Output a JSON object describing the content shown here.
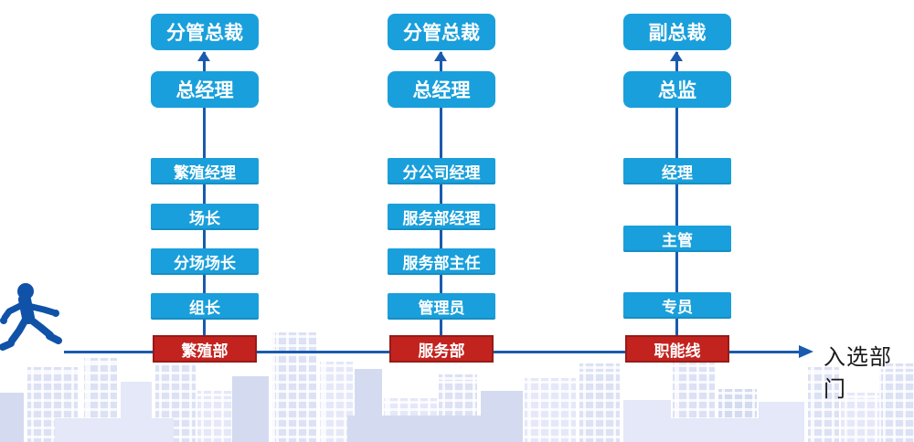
{
  "colors": {
    "box_blue": "#199FDB",
    "box_red": "#C3231F",
    "box_red_border": "#961B17",
    "line_blue": "#1A5BAD",
    "box_text": "#FFFFFF",
    "axis_text": "#1A1A1A",
    "skyline": "#DCE1F4",
    "runner_blue": "#0F52A8"
  },
  "diagram": {
    "axis_label": "入选部门",
    "columns": [
      {
        "top_boxes": [
          "分管总裁",
          "总经理"
        ],
        "middle_boxes": [
          "繁殖经理",
          "场长",
          "分场场长",
          "组长"
        ],
        "department": "繁殖部"
      },
      {
        "top_boxes": [
          "分管总裁",
          "总经理"
        ],
        "middle_boxes": [
          "分公司经理",
          "服务部经理",
          "服务部主任",
          "管理员"
        ],
        "department": "服务部"
      },
      {
        "top_boxes": [
          "副总裁",
          "总监"
        ],
        "middle_boxes": [
          "经理",
          "主管",
          "专员"
        ],
        "department": "职能线"
      }
    ],
    "icons": {
      "runner": "runner-icon",
      "up_arrow": "arrow-up-icon",
      "right_arrow": "arrow-right-icon"
    }
  }
}
